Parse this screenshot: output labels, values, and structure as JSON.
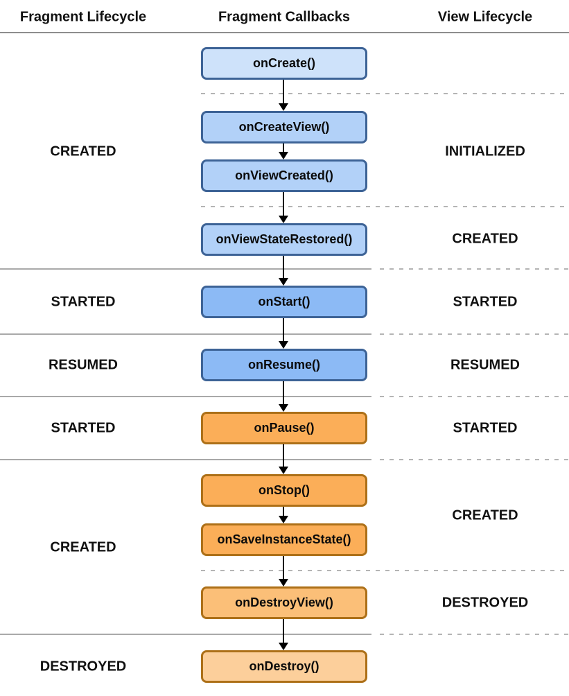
{
  "header": {
    "columns": [
      {
        "label": "Fragment Lifecycle"
      },
      {
        "label": "Fragment Callbacks"
      },
      {
        "label": "View Lifecycle"
      }
    ]
  },
  "callbacks": [
    {
      "label": "onCreate()",
      "tier": "blue-pale"
    },
    {
      "label": "onCreateView()",
      "tier": "blue-light"
    },
    {
      "label": "onViewCreated()",
      "tier": "blue-light"
    },
    {
      "label": "onViewStateRestored()",
      "tier": "blue-light"
    },
    {
      "label": "onStart()",
      "tier": "blue-medium"
    },
    {
      "label": "onResume()",
      "tier": "blue-medium"
    },
    {
      "label": "onPause()",
      "tier": "orange-strong"
    },
    {
      "label": "onStop()",
      "tier": "orange-strong"
    },
    {
      "label": "onSaveInstanceState()",
      "tier": "orange-strong"
    },
    {
      "label": "onDestroyView()",
      "tier": "orange-medium"
    },
    {
      "label": "onDestroy()",
      "tier": "orange-pale"
    }
  ],
  "fragment_lifecycle_states": [
    {
      "label": "CREATED"
    },
    {
      "label": "STARTED"
    },
    {
      "label": "RESUMED"
    },
    {
      "label": "STARTED"
    },
    {
      "label": "CREATED"
    },
    {
      "label": "DESTROYED"
    }
  ],
  "view_lifecycle_states": [
    {
      "label": "INITIALIZED"
    },
    {
      "label": "CREATED"
    },
    {
      "label": "STARTED"
    },
    {
      "label": "RESUMED"
    },
    {
      "label": "STARTED"
    },
    {
      "label": "CREATED"
    },
    {
      "label": "DESTROYED"
    }
  ],
  "colors": {
    "blue_pale_fill": "#CEE2FA",
    "blue_light_fill": "#B2D1F8",
    "blue_medium_fill": "#8CBAF5",
    "blue_border": "#3D6396",
    "orange_strong_fill": "#FBAE58",
    "orange_medium_fill": "#FBBF78",
    "orange_pale_fill": "#FCCF9B",
    "orange_border": "#AD7018",
    "separator_solid": "#a9a9a9",
    "separator_dashed": "#b4b4b4",
    "arrow": "#000000",
    "text": "#111111"
  }
}
